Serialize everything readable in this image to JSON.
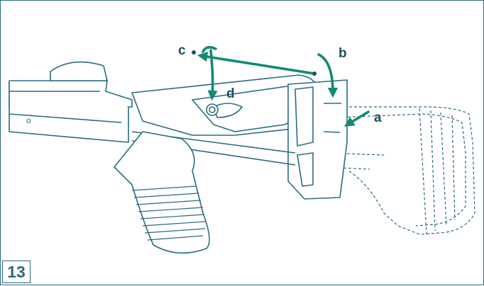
{
  "figure": {
    "number": "13"
  },
  "labels": {
    "a": "a",
    "b": "b",
    "c": "c",
    "d": "d",
    "small_o": "o"
  },
  "colors": {
    "frame": "#2a6b82",
    "arrow": "#138a72",
    "line": "#2a6b82",
    "label": "#1f4f63"
  }
}
